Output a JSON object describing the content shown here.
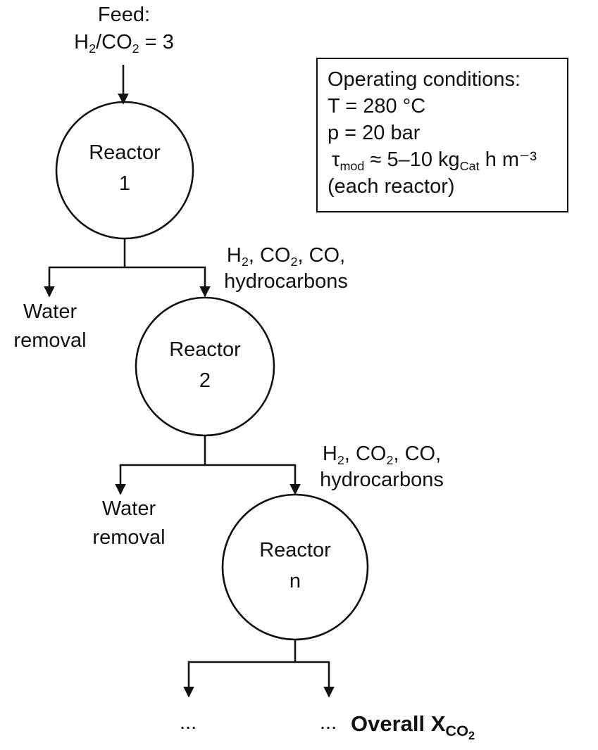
{
  "feed": {
    "title": "Feed:",
    "ratio_h": "H",
    "ratio_h_sub": "2",
    "ratio_mid": "/CO",
    "ratio_co2_sub": "2",
    "ratio_value": " = 3"
  },
  "conditions": {
    "title": "Operating conditions:",
    "temperature": "T = 280 °C",
    "pressure": "p = 20 bar",
    "tau_symbol": "τ",
    "tau_sub": "mod",
    "tau_value": " ≈ 5–10 kg",
    "tau_cat_sub": "Cat",
    "tau_unit": " h m⁻³",
    "note": "(each reactor)"
  },
  "reactors": [
    {
      "name": "Reactor",
      "index": "1"
    },
    {
      "name": "Reactor",
      "index": "2"
    },
    {
      "name": "Reactor",
      "index": "n"
    }
  ],
  "stream": {
    "h2": "H",
    "h2_sub": "2",
    "co2": ", CO",
    "co2_sub": "2",
    "co": ", CO,",
    "hydrocarbons": "hydrocarbons"
  },
  "water": {
    "line1": "Water",
    "line2": "removal"
  },
  "outputs": {
    "ellipsis_left": "...",
    "ellipsis_right": "...",
    "overall_x": "Overall X",
    "overall_sub": "CO",
    "overall_subsub": "2"
  },
  "colors": {
    "stroke": "#111111",
    "background": "#ffffff"
  }
}
